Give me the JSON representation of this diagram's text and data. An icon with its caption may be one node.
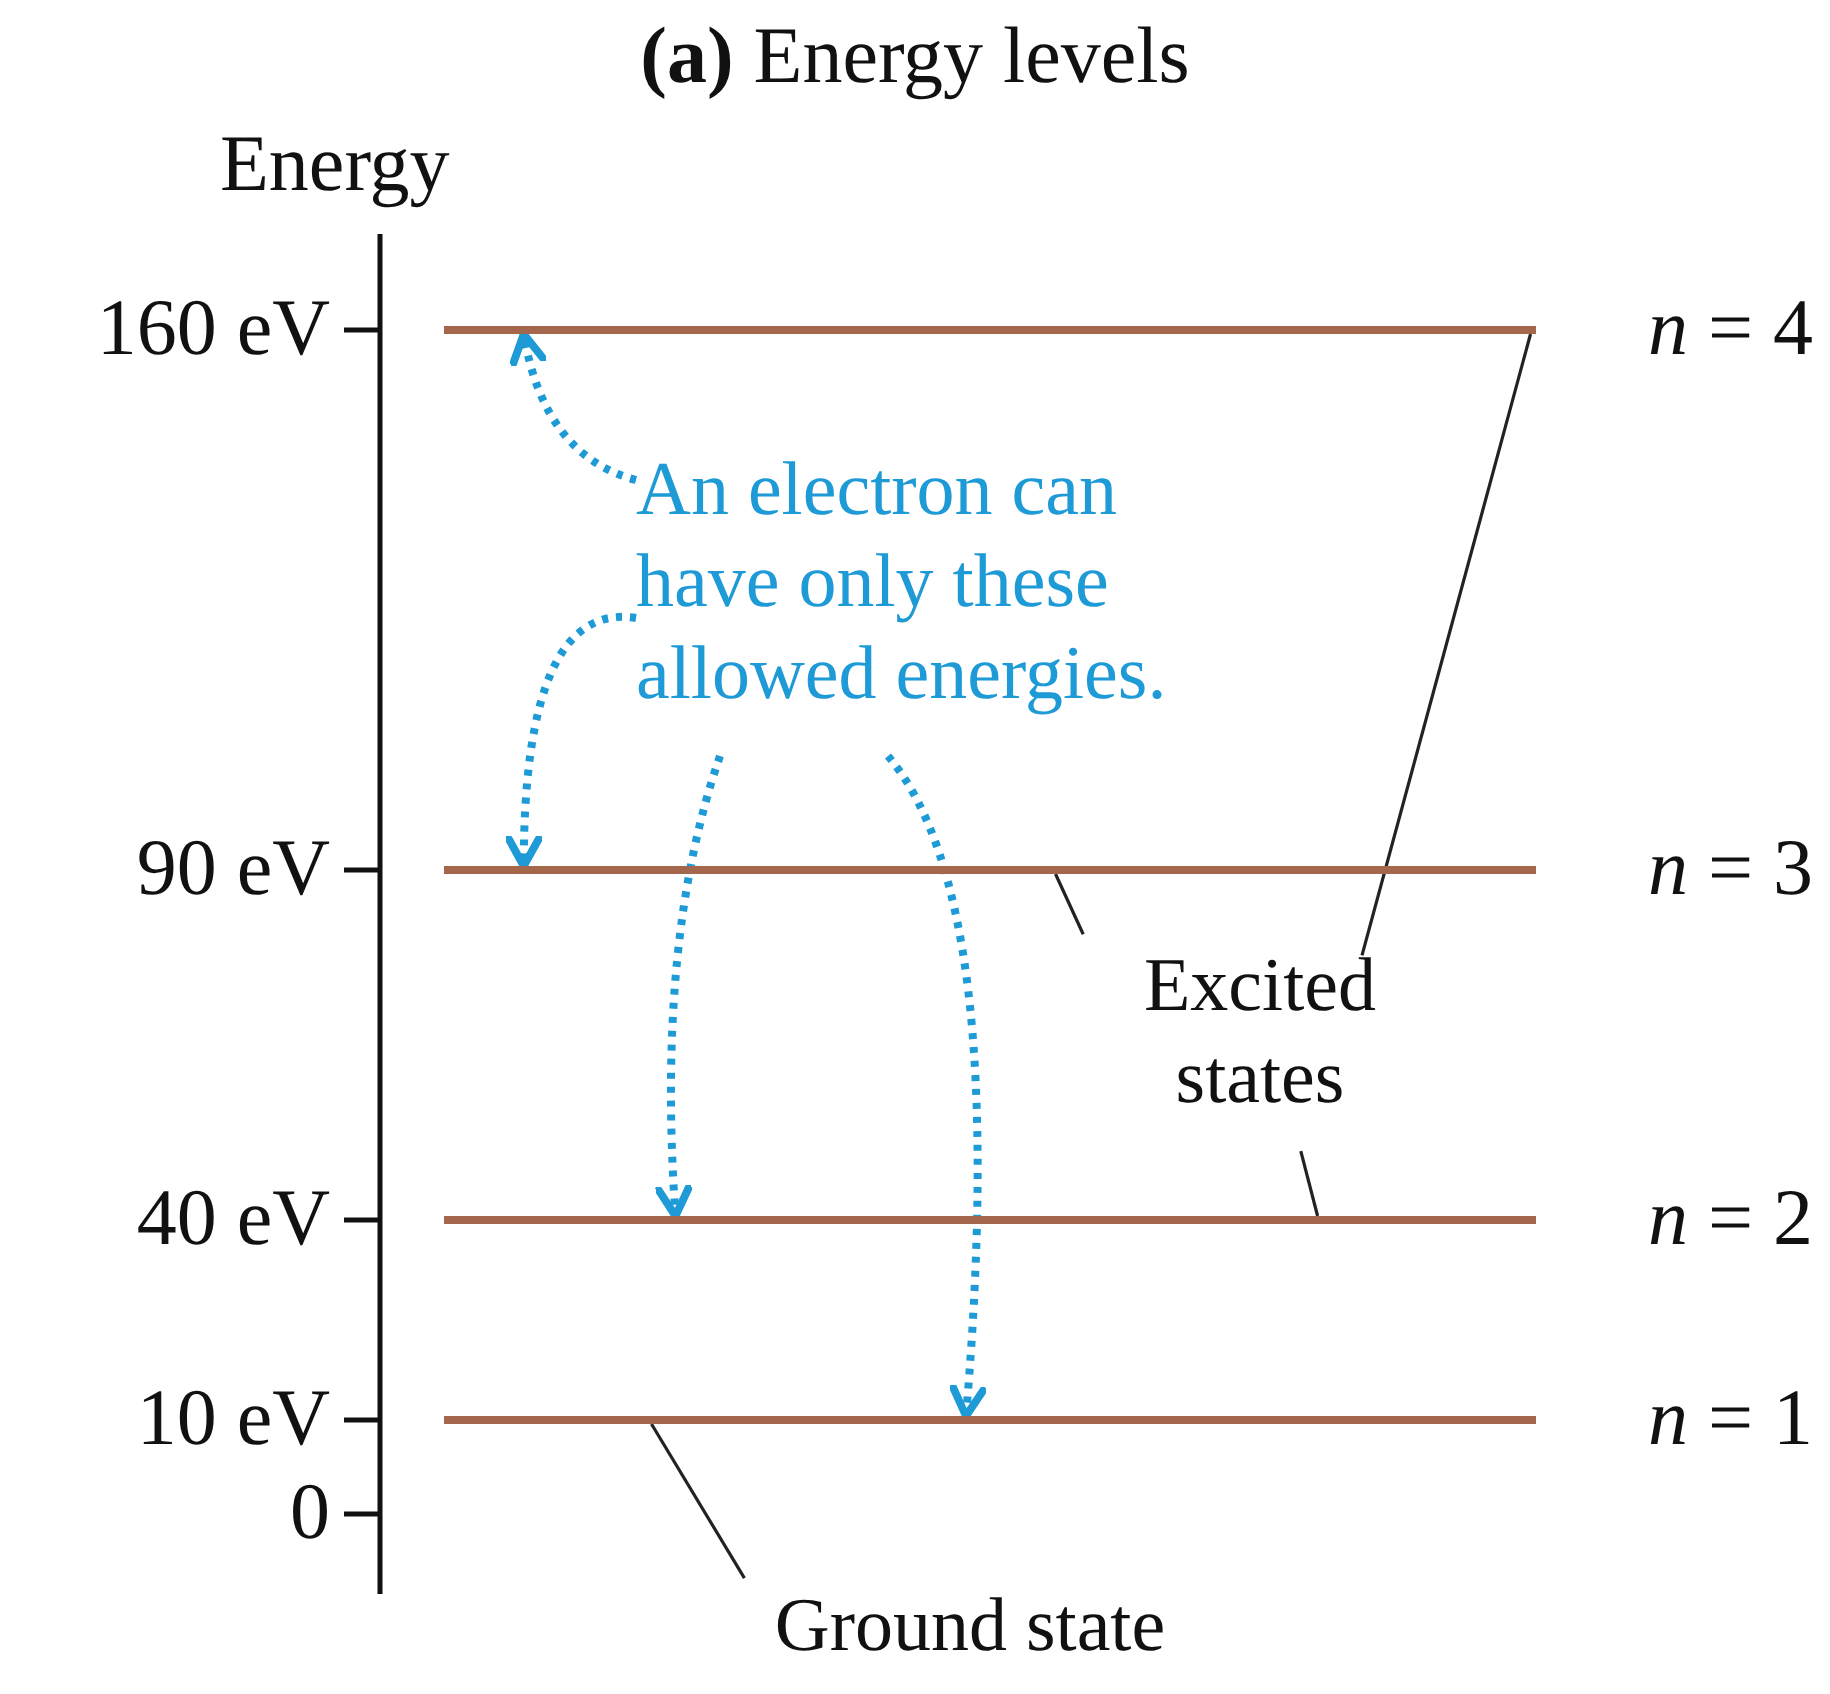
{
  "diagram": {
    "title": "**(a)** Energy levels",
    "nodes": [
      {
        "text": [],
        "shape": "bar",
        "beside": [
          "*n* = 4"
        ]
      },
      {
        "text": [
          "An electron can have only these allowed energies."
        ]
      },
      {
        "text": [],
        "shape": "bar",
        "beside": [
          "*n* = 3"
        ]
      },
      {
        "text": [
          "Excited states"
        ]
      },
      {
        "text": [],
        "shape": "bar",
        "beside": [
          "*n* = 2"
        ]
      },
      {
        "text": [],
        "shape": "bar",
        "beside": [
          "*n* = 1"
        ]
      },
      {
        "text": [
          "Ground state"
        ]
      }
    ],
    "edges": [
      {
        "from": 1,
        "to": 0,
        "arrow": "to",
        "style": "dashed",
        "color": "#1e9ad6"
      },
      {
        "from": 1,
        "to": 2,
        "arrow": "to",
        "style": "dashed",
        "color": "#1e9ad6"
      },
      {
        "from": 1,
        "to": 4,
        "arrow": "to",
        "style": "dashed",
        "color": "#1e9ad6"
      },
      {
        "from": 1,
        "to": 5,
        "arrow": "to",
        "style": "dashed",
        "color": "#1e9ad6"
      },
      {
        "from": 3,
        "to": 0,
        "arrow": "none",
        "color": "#222222"
      },
      {
        "from": 3,
        "to": 2,
        "arrow": "none",
        "color": "#222222"
      },
      {
        "from": 3,
        "to": 4,
        "arrow": "none",
        "color": "#222222"
      },
      {
        "from": 6,
        "to": 5,
        "arrow": "none",
        "color": "#222222"
      }
    ],
    "labels": [
      "Energy",
      "160 eV",
      "90 eV",
      "40 eV",
      "10 eV",
      "0"
    ]
  }
}
